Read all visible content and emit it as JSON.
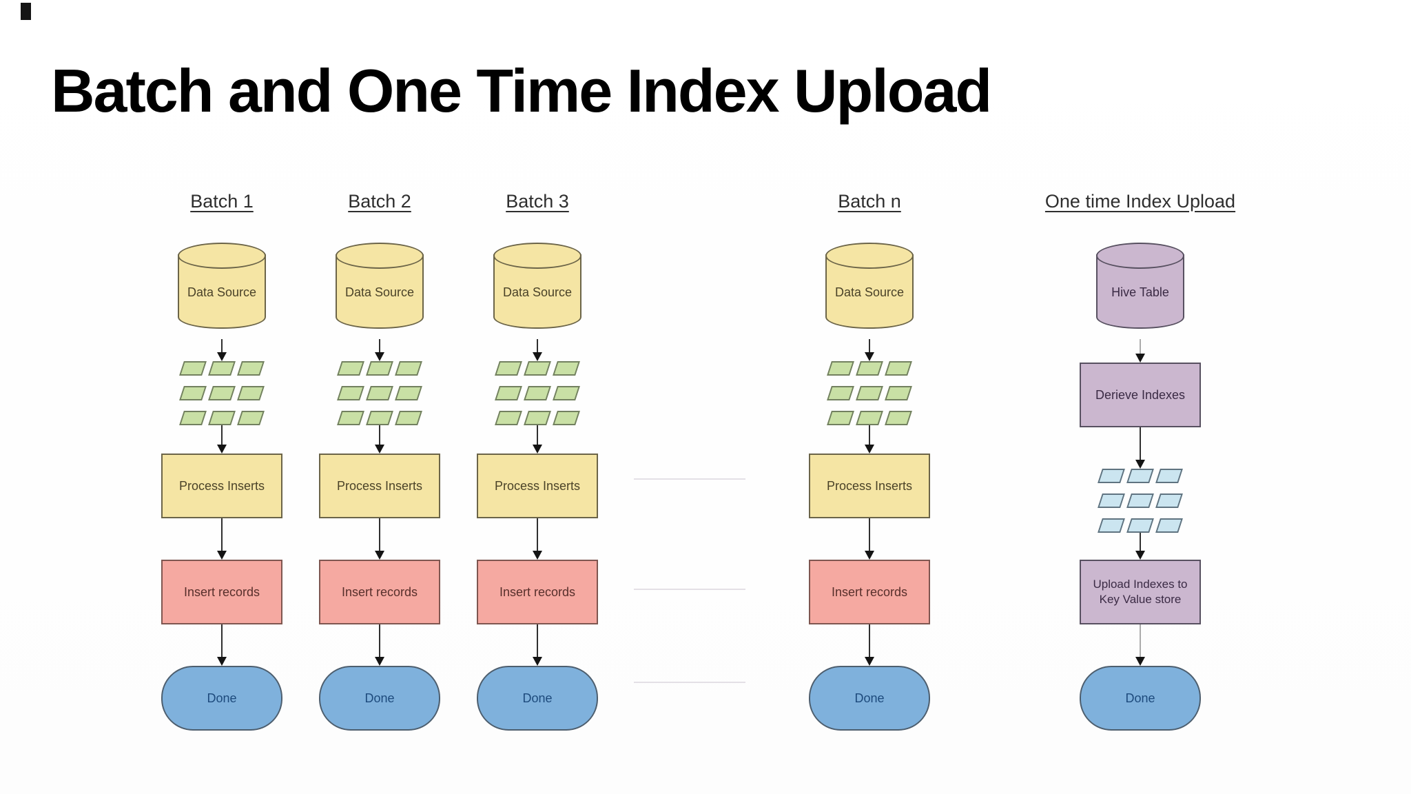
{
  "title": "Batch and One Time Index Upload",
  "columns": [
    {
      "header": "Batch 1",
      "source": "Data Source",
      "process": "Process Inserts",
      "insert": "Insert records",
      "done": "Done"
    },
    {
      "header": "Batch 2",
      "source": "Data Source",
      "process": "Process Inserts",
      "insert": "Insert records",
      "done": "Done"
    },
    {
      "header": "Batch 3",
      "source": "Data Source",
      "process": "Process Inserts",
      "insert": "Insert records",
      "done": "Done"
    },
    {
      "header": "Batch n",
      "source": "Data Source",
      "process": "Process Inserts",
      "insert": "Insert records",
      "done": "Done"
    },
    {
      "header": "One time Index Upload",
      "source": "Hive Table",
      "derive": "Derieve Indexes",
      "upload": "Upload Indexes to Key Value store",
      "done": "Done"
    }
  ],
  "colors": {
    "yellow_fill": "#F5E5A4",
    "pink_fill": "#F5A9A1",
    "blue_fill": "#7FB1DC",
    "purple_fill": "#CBB7CF",
    "green_chunk_fill": "#C9E0A5",
    "blue_chunk_fill": "#CBE5F0",
    "done_text": "#1d4a7c"
  }
}
